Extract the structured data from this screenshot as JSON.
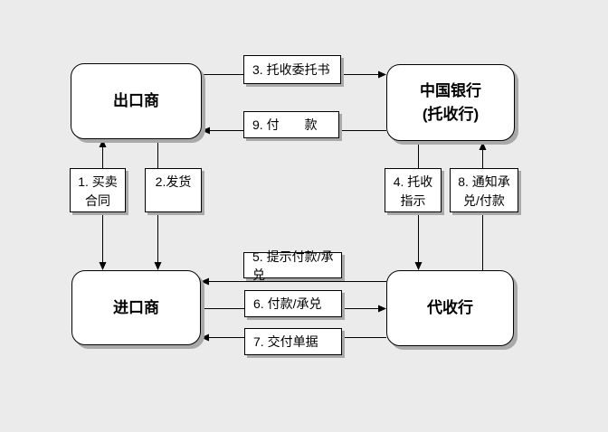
{
  "diagram": {
    "description": "Documentary collection (托收) settlement process flowchart",
    "colors": {
      "background": "#ebebeb",
      "box_fill": "#ffffff",
      "border": "#000000",
      "shadow": "#a9a9a9",
      "text": "#000000"
    },
    "nodes": {
      "exporter": {
        "label": "出口商"
      },
      "remitting_bank": {
        "line1": "中国银行",
        "line2": "(托收行)"
      },
      "importer": {
        "label": "进口商"
      },
      "collecting_bank": {
        "label": "代收行"
      }
    },
    "steps": {
      "s1": {
        "line1": "1. 买卖",
        "line2": "合同"
      },
      "s2": {
        "label": "2.发货"
      },
      "s3": {
        "label": "3. 托收委托书"
      },
      "s4": {
        "line1": "4. 托收",
        "line2": "指示"
      },
      "s5": {
        "label": "5. 提示付款/承兑"
      },
      "s6": {
        "label": "6. 付款/承兑"
      },
      "s7": {
        "label": "7. 交付单据"
      },
      "s8": {
        "line1": "8. 通知承",
        "line2": "兑/付款"
      },
      "s9": {
        "label": "9. 付　　款"
      }
    },
    "edges": [
      {
        "step": "1",
        "from": "出口商",
        "to": "进口商",
        "direction": "both",
        "label": "买卖合同"
      },
      {
        "step": "2",
        "from": "出口商",
        "to": "进口商",
        "direction": "down",
        "label": "发货"
      },
      {
        "step": "3",
        "from": "出口商",
        "to": "中国银行(托收行)",
        "direction": "right",
        "label": "托收委托书"
      },
      {
        "step": "4",
        "from": "中国银行(托收行)",
        "to": "代收行",
        "direction": "down",
        "label": "托收指示"
      },
      {
        "step": "5",
        "from": "代收行",
        "to": "进口商",
        "direction": "left",
        "label": "提示付款/承兑"
      },
      {
        "step": "6",
        "from": "进口商",
        "to": "代收行",
        "direction": "right",
        "label": "付款/承兑"
      },
      {
        "step": "7",
        "from": "代收行",
        "to": "进口商",
        "direction": "left",
        "label": "交付单据"
      },
      {
        "step": "8",
        "from": "代收行",
        "to": "中国银行(托收行)",
        "direction": "up",
        "label": "通知承兑/付款"
      },
      {
        "step": "9",
        "from": "中国银行(托收行)",
        "to": "出口商",
        "direction": "left",
        "label": "付款"
      }
    ]
  }
}
